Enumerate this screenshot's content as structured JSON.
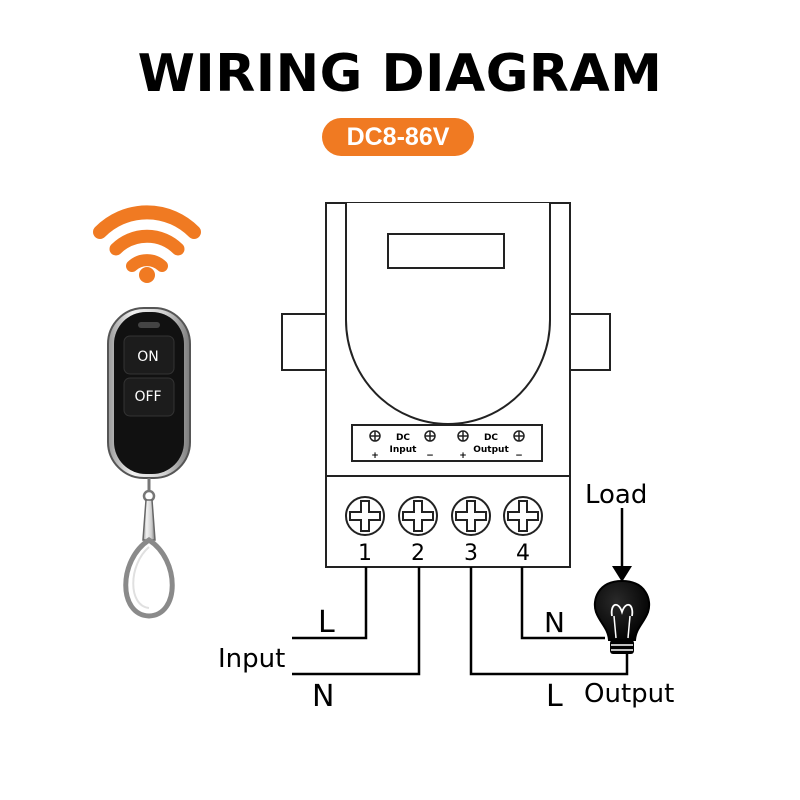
{
  "title": "WIRING DIAGRAM",
  "voltage_badge": "DC8-86V",
  "remote": {
    "on_label": "ON",
    "off_label": "OFF"
  },
  "terminal_block": {
    "dc_input": {
      "prefix": "DC",
      "label": "Input"
    },
    "dc_output": {
      "prefix": "DC",
      "label": "Output"
    }
  },
  "terminals": [
    "1",
    "2",
    "3",
    "4"
  ],
  "wiring": {
    "input_label": "Input",
    "input_l": "L",
    "input_n": "N",
    "output_n": "N",
    "output_l": "L",
    "output_label": "Output",
    "load_label": "Load"
  },
  "colors": {
    "accent": "#f07a22",
    "line": "#000000"
  },
  "icons": [
    "wifi-signal-icon",
    "lightbulb-icon",
    "screw-terminal-icon"
  ]
}
